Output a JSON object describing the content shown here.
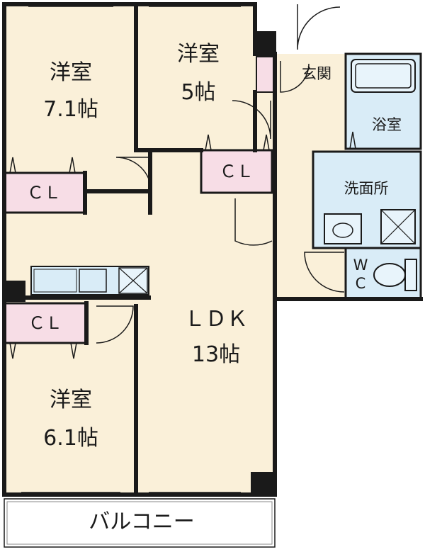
{
  "colors": {
    "floor": "#faf0d9",
    "closet": "#f7dde6",
    "wet": "#d9ecf7",
    "wall": "#1a1a1a",
    "balcony": "#ffffff"
  },
  "rooms": {
    "bedroom_a": {
      "name": "洋室",
      "size": "7.1帖"
    },
    "bedroom_b": {
      "name": "洋室",
      "size": "5帖"
    },
    "bedroom_c": {
      "name": "洋室",
      "size": "6.1帖"
    },
    "ldk": {
      "name": "ＬＤＫ",
      "size": "13帖"
    },
    "entrance": {
      "name": "玄関"
    },
    "bath": {
      "name": "浴室"
    },
    "washroom": {
      "name": "洗面所"
    },
    "wc": {
      "line1": "W",
      "line2": "C"
    },
    "balcony": {
      "name": "バルコニー"
    }
  },
  "closets": {
    "a": "ＣＬ",
    "b": "ＣＬ",
    "c": "ＣＬ"
  }
}
